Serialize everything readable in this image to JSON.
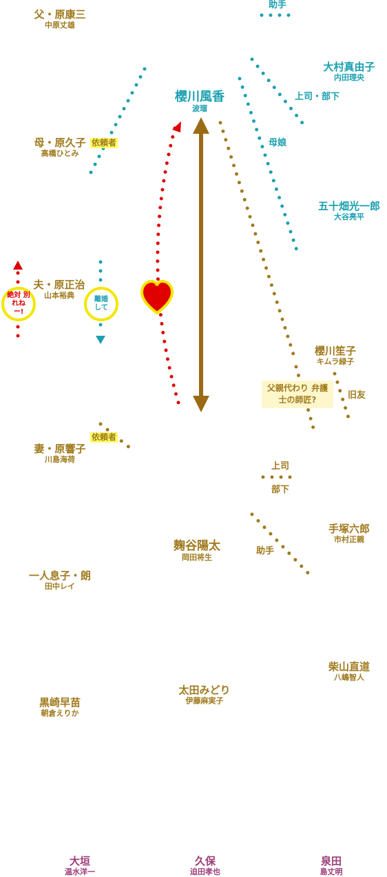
{
  "colors": {
    "gold": "#a07a1e",
    "teal": "#1aa0b0",
    "purple": "#9b3d78",
    "arrow": "#9a6a14",
    "red": "#dd0000",
    "yellow": "#f4e600",
    "heart": "#e00000"
  },
  "nodes": {
    "father": {
      "name": "父・原康三",
      "actor": "中原丈雄"
    },
    "mother": {
      "name": "母・原久子",
      "actor": "高橋ひとみ"
    },
    "husband": {
      "name": "夫・原正治",
      "actor": "山本裕典"
    },
    "wife": {
      "name": "妻・原響子",
      "actor": "川島海荷"
    },
    "son": {
      "name": "一人息子・朗",
      "actor": "田中レイ"
    },
    "kurosaki": {
      "name": "黒崎早苗",
      "actor": "朝倉えりか"
    },
    "sakuragawa": {
      "name": "櫻川風香",
      "actor": "波瑠"
    },
    "omura": {
      "name": "大村真由子",
      "actor": "内田理央"
    },
    "isohata": {
      "name": "五十畑光一郎",
      "actor": "大谷亮平"
    },
    "sakuragawa_kasako": {
      "name": "櫻川笙子",
      "actor": "キムラ緑子"
    },
    "kojiya": {
      "name": "麹谷陽太",
      "actor": "岡田将生"
    },
    "tezuka": {
      "name": "手塚六郎",
      "actor": "市村正親"
    },
    "shibayama": {
      "name": "柴山直道",
      "actor": "八嶋智人"
    },
    "ota": {
      "name": "太田みどり",
      "actor": "伊藤麻実子"
    },
    "ogaki": {
      "name": "大垣",
      "actor": "温水洋一"
    },
    "kubo": {
      "name": "久保",
      "actor": "迫田孝也"
    },
    "izumida": {
      "name": "泉田",
      "actor": "島丈明"
    }
  },
  "labels": {
    "assistant_top": "助手",
    "boss_sub": "上司・部下",
    "mother_daughter": "母娘",
    "old_friend": "旧友",
    "boss": "上司",
    "sub": "部下",
    "assistant": "助手"
  },
  "tags": {
    "client_mother": "依頼者",
    "client_wife": "依頼者"
  },
  "bubbles": {
    "never_divorce": "絶対 別れねー!",
    "divorce": "離婚 して"
  },
  "note": "父親代わり 弁護士の師匠?"
}
